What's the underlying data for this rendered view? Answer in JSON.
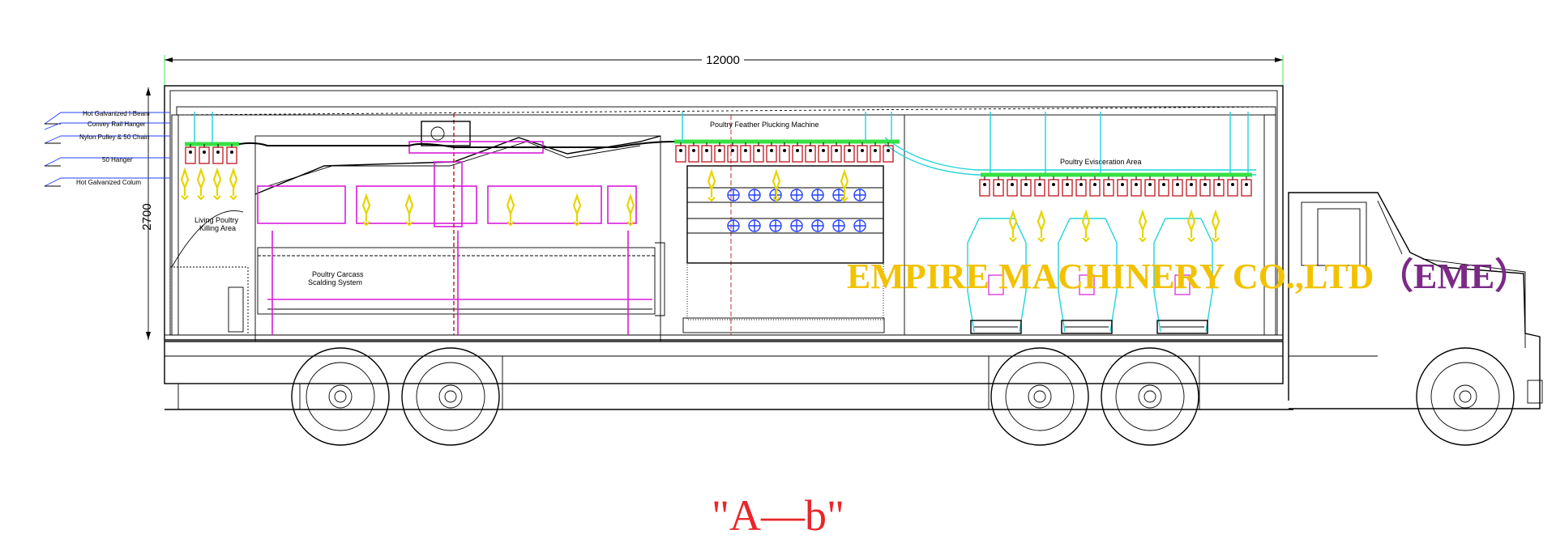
{
  "drawing": {
    "overall_length_dimension": "12000",
    "height_dimension": "2700",
    "view_label": "\"A—b\""
  },
  "legend_callouts": [
    {
      "label": "Hot Galvanized I-Beam"
    },
    {
      "label": "Convey Rail Hanger"
    },
    {
      "label": "Nylon Pulley & 50 Chain"
    },
    {
      "label": "50 Hanger"
    },
    {
      "label": "Hot Galvanized Colum"
    }
  ],
  "areas": {
    "killing": {
      "line1": "Living Poultry",
      "line2": "Killing Area"
    },
    "scalding": {
      "line1": "Poultry Carcass",
      "line2": "Scalding System"
    },
    "plucking": "Poultry Feather Plucking Machine",
    "evisceration": "Poultry Evisceration Area"
  },
  "watermark": {
    "company": "EMPIRE MACHINERY CO.,LTD",
    "abbrev": "（EME）",
    "company_color": "#f2c200",
    "abbrev_color": "#7b2a86"
  },
  "colors": {
    "rail": "#37e043",
    "hanger": "#1fd4dc",
    "scalder": "#d81ed8",
    "carcass": "#e6d500",
    "plucker_discs": "#2440ff",
    "shackle_red": "#c0141c",
    "view_label": "#e8262b"
  }
}
